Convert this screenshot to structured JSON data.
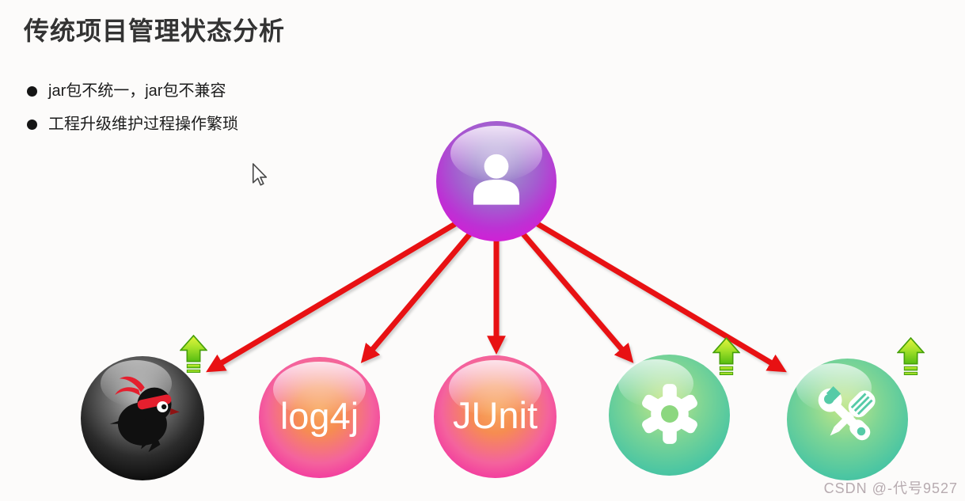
{
  "title": "传统项目管理状态分析",
  "bullets": [
    "jar包不统一，jar包不兼容",
    "工程升级维护过程操作繁琐"
  ],
  "diagram": {
    "root": {
      "name": "developer",
      "icon": "person-icon",
      "theme": "purple"
    },
    "nodes": [
      {
        "name": "jar-ninja-bird",
        "label": "",
        "icon": "ninja-bird-icon",
        "theme": "black",
        "has_upgrade_arrow": true
      },
      {
        "name": "log4j",
        "label": "log4j",
        "icon": "",
        "theme": "pink",
        "has_upgrade_arrow": false
      },
      {
        "name": "junit",
        "label": "JUnit",
        "icon": "",
        "theme": "pink",
        "has_upgrade_arrow": false
      },
      {
        "name": "settings-gear",
        "label": "",
        "icon": "gear-icon",
        "theme": "green",
        "has_upgrade_arrow": true
      },
      {
        "name": "maintenance-tools",
        "label": "",
        "icon": "tools-icon",
        "theme": "green",
        "has_upgrade_arrow": true
      }
    ],
    "colors": {
      "arrow_red": "#e81113",
      "upgrade_green": "#5fc312",
      "sphere_purple": "#c32ace",
      "sphere_pink": "#f22b9e",
      "sphere_green": "#45c4a2",
      "sphere_black": "#1c1c1c"
    }
  },
  "watermark": {
    "text": "CSDN @-代号9527"
  }
}
